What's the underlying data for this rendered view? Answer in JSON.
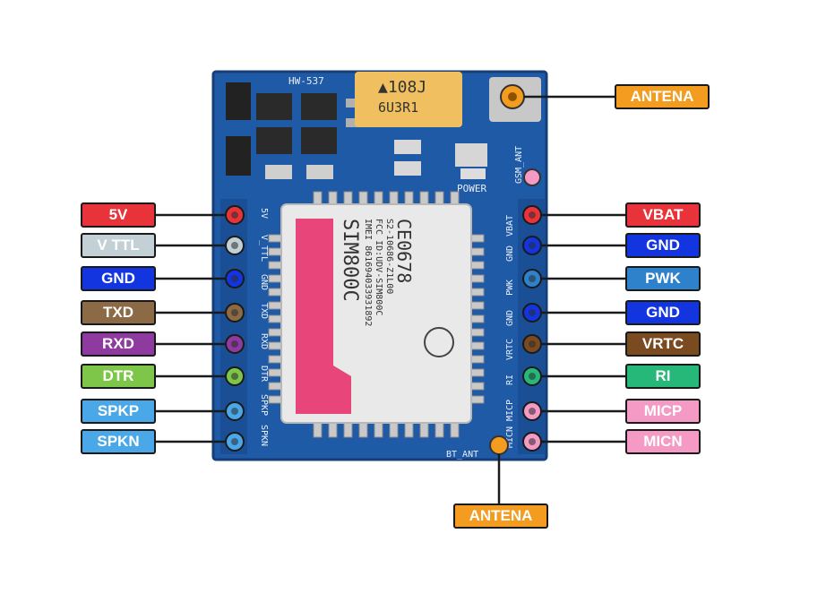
{
  "board": {
    "model": "HW-537",
    "capacitor_marking": [
      "▲108J",
      "6U3R1"
    ],
    "power_label": "POWER",
    "gsm_ant_label": "GSM_ANT",
    "bt_ant_label": "BT_ANT",
    "left_header_silk": [
      "5V",
      "V_TTL",
      "GND",
      "TXD",
      "RXD",
      "DTR",
      "SPKP",
      "SPKN"
    ],
    "right_header_silk": [
      "VBAT",
      "GND",
      "PWK",
      "GND",
      "VRTC",
      "RI",
      "MICP",
      "MICN"
    ],
    "module": {
      "brand": "SIM800C",
      "imei": "IMEI 861694033931892",
      "fcc": "FCC ID:UDV-SIM800C",
      "part": "S2-10686-Z1L00",
      "ce": "CE0678"
    },
    "colors": {
      "pcb": "#1f5aa6",
      "pcb_dark": "#17488a",
      "module_body": "#e9e9e9",
      "module_pink": "#e8457a"
    }
  },
  "labels": {
    "antenna_top": {
      "text": "ANTENA",
      "color": "#f39c1f"
    },
    "antenna_bottom": {
      "text": "ANTENA",
      "color": "#f39c1f"
    },
    "left": [
      {
        "text": "5V",
        "color": "#e8333a"
      },
      {
        "text": "V TTL",
        "color": "#c3d0d6"
      },
      {
        "text": "GND",
        "color": "#1235e0"
      },
      {
        "text": "TXD",
        "color": "#8b6a45"
      },
      {
        "text": "RXD",
        "color": "#8e3a9e"
      },
      {
        "text": "DTR",
        "color": "#7ec64a"
      },
      {
        "text": "SPKP",
        "color": "#4aa8e8"
      },
      {
        "text": "SPKN",
        "color": "#4aa8e8"
      }
    ],
    "right": [
      {
        "text": "VBAT",
        "color": "#e8333a"
      },
      {
        "text": "GND",
        "color": "#1235e0"
      },
      {
        "text": "PWK",
        "color": "#2e82cc"
      },
      {
        "text": "GND",
        "color": "#1235e0"
      },
      {
        "text": "VRTC",
        "color": "#7a4a20"
      },
      {
        "text": "RI",
        "color": "#25b878"
      },
      {
        "text": "MICP",
        "color": "#f49ac4"
      },
      {
        "text": "MICN",
        "color": "#f49ac4"
      }
    ]
  }
}
